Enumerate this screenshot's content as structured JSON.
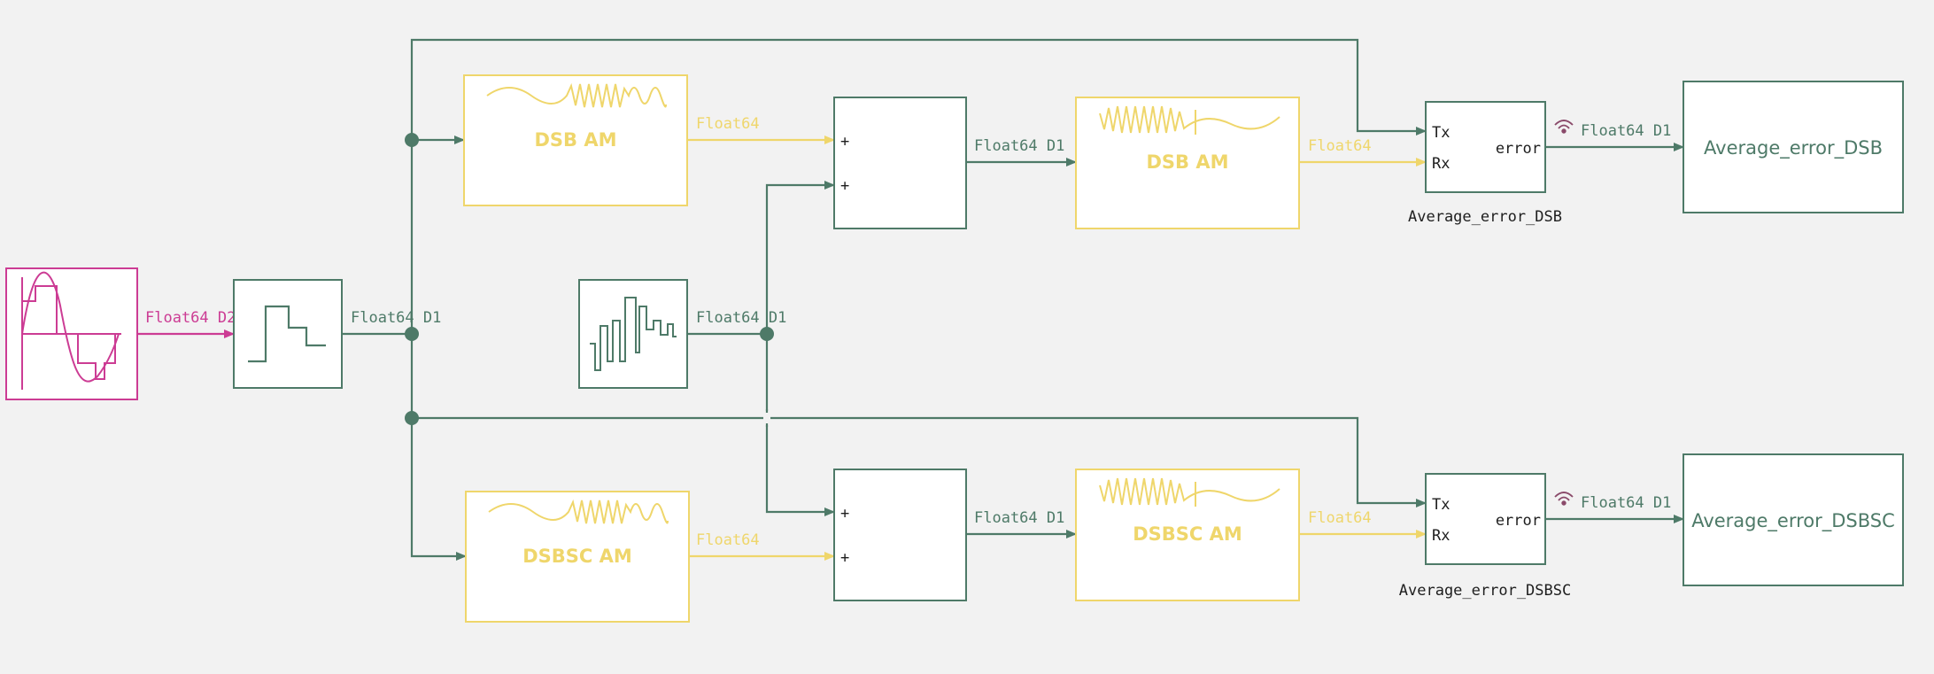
{
  "colors": {
    "background": "#f2f2f2",
    "teal": "#4e7a68",
    "yellow": "#efd66b",
    "magenta": "#cc3c94",
    "text": "#1e1e1e"
  },
  "icons": {
    "sine_source": "sine-sample-hold-icon",
    "zero_order_hold": "step-pulse-icon",
    "noise_source": "random-signal-icon",
    "am_modulator": "am-wave-icon",
    "wireless": "wireless-signal-icon"
  },
  "blocks": {
    "dsb_mod": "DSB AM",
    "dsbsc_mod": "DSBSC AM",
    "dsb_demod": "DSB AM",
    "dsbsc_demod": "DSBSC AM",
    "sum_plus": "+",
    "tx": "Tx",
    "rx": "Rx",
    "error": "error",
    "err_dsb_caption": "Average_error_DSB",
    "err_dsbsc_caption": "Average_error_DSBSC",
    "disp_dsb": "Average_error_DSB",
    "disp_dsbsc": "Average_error_DSBSC"
  },
  "signals": {
    "source_out": "Float64 D2",
    "hold_out": "Float64 D1",
    "noise_out": "Float64 D1",
    "dsb_mod_out": "Float64",
    "dsbsc_mod_out": "Float64",
    "sum_dsb_out": "Float64 D1",
    "sum_dsbsc_out": "Float64 D1",
    "dsb_demod_out": "Float64",
    "dsbsc_demod_out": "Float64",
    "err_dsb_out": "Float64 D1",
    "err_dsbsc_out": "Float64 D1"
  }
}
